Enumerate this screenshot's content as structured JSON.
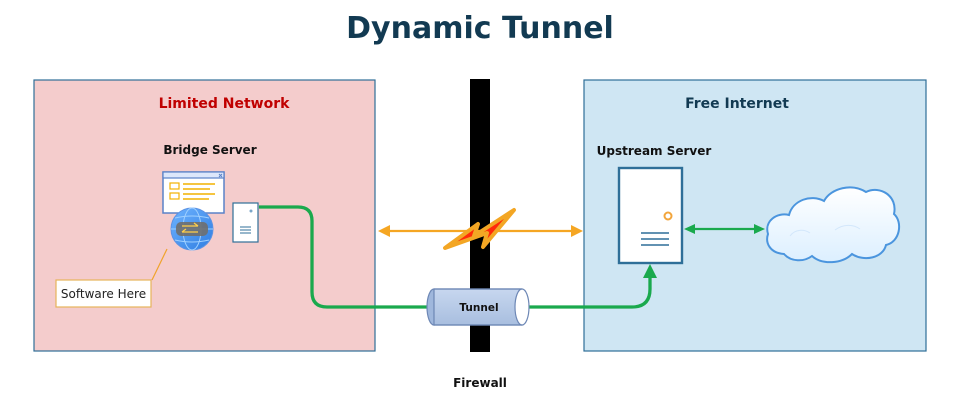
{
  "title": "Dynamic Tunnel",
  "colors": {
    "title": "#123a52",
    "limited_fill": "#f4cccc",
    "limited_border": "#2f6f98",
    "limited_title": "#c00000",
    "free_fill": "#cfe6f3",
    "free_border": "#2f6f98",
    "free_title": "#123a52",
    "green_connection": "#1aa94d",
    "orange_arrow": "#f5a623",
    "firewall": "#000000",
    "tunnel_fill": "#b8cbe7",
    "tunnel_border": "#6d87b5"
  },
  "regions": {
    "limited": {
      "title": "Limited Network",
      "node_label": "Bridge Server",
      "callout": "Software Here"
    },
    "free": {
      "title": "Free Internet",
      "node_label": "Upstream Server"
    }
  },
  "firewall": {
    "label": "Firewall"
  },
  "tunnel": {
    "label": "Tunnel"
  },
  "icons": {
    "window": "window-icon",
    "globe": "globe-icon",
    "server_small": "server-icon",
    "server_large": "server-icon",
    "cloud": "cloud-icon",
    "lightning": "lightning-icon"
  }
}
